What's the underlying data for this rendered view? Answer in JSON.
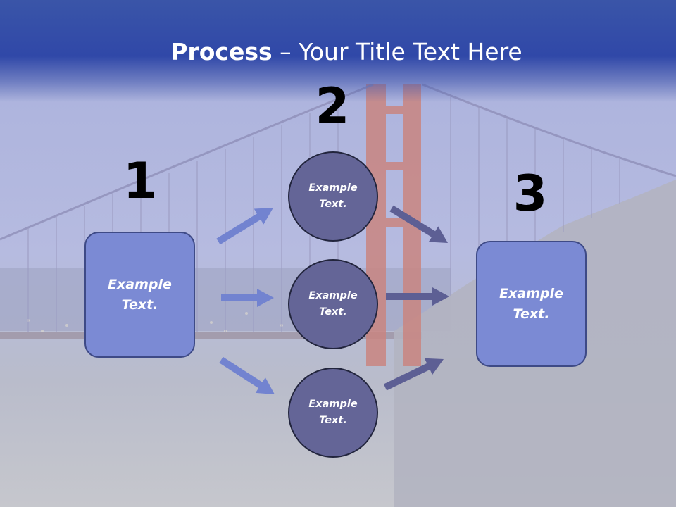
{
  "slide": {
    "title_bold": "Process",
    "title_rest": " – Your Title Text Here"
  },
  "steps": [
    {
      "number": "1",
      "text_line1": "Example",
      "text_line2": "Text."
    },
    {
      "number": "2"
    },
    {
      "number": "3",
      "text_line1": "Example",
      "text_line2": "Text."
    }
  ],
  "circles": [
    {
      "text_line1": "Example",
      "text_line2": "Text."
    },
    {
      "text_line1": "Example",
      "text_line2": "Text."
    },
    {
      "text_line1": "Example",
      "text_line2": "Text."
    }
  ],
  "colors": {
    "header": "#3048a8",
    "box_fill": "#7b8ad4",
    "circle_fill": "#646597",
    "arrow_left": "#7283d0",
    "arrow_right": "#5d5f94"
  },
  "icons": [
    "arrow-icon"
  ]
}
